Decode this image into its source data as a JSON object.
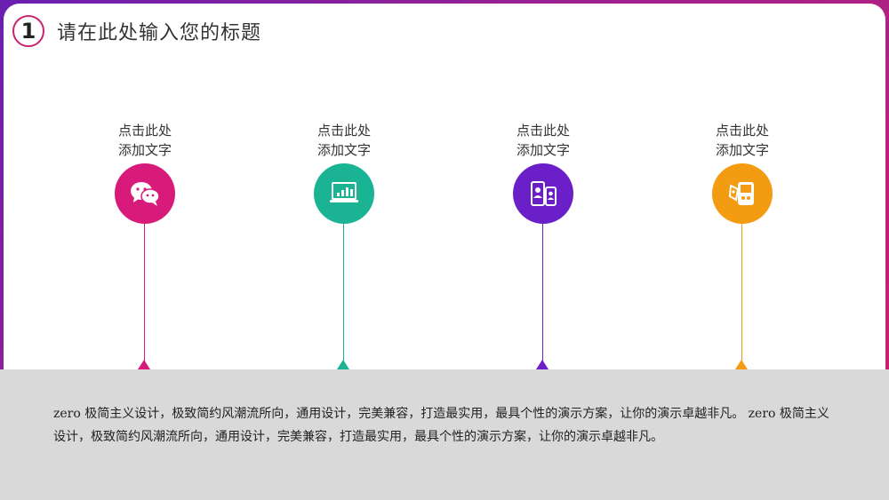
{
  "title": {
    "number": "1",
    "text": "请在此处输入您的标题"
  },
  "items": [
    {
      "line1": "点击此处",
      "line2": "添加文字",
      "icon": "wechat-icon",
      "color": "#d81b7a"
    },
    {
      "line1": "点击此处",
      "line2": "添加文字",
      "icon": "laptop-chart-icon",
      "color": "#1ab394"
    },
    {
      "line1": "点击此处",
      "line2": "添加文字",
      "icon": "mobile-contacts-icon",
      "color": "#6a1fc8"
    },
    {
      "line1": "点击此处",
      "line2": "添加文字",
      "icon": "game-device-icon",
      "color": "#f39c12"
    }
  ],
  "body": {
    "text": "zero 极简主义设计，极致简约风潮流所向，通用设计，完美兼容，打造最实用，最具个性的演示方案，让你的演示卓越非凡。 zero 极简主义设计，极致简约风潮流所向，通用设计，完美兼容，打造最实用，最具个性的演示方案，让你的演示卓越非凡。"
  }
}
